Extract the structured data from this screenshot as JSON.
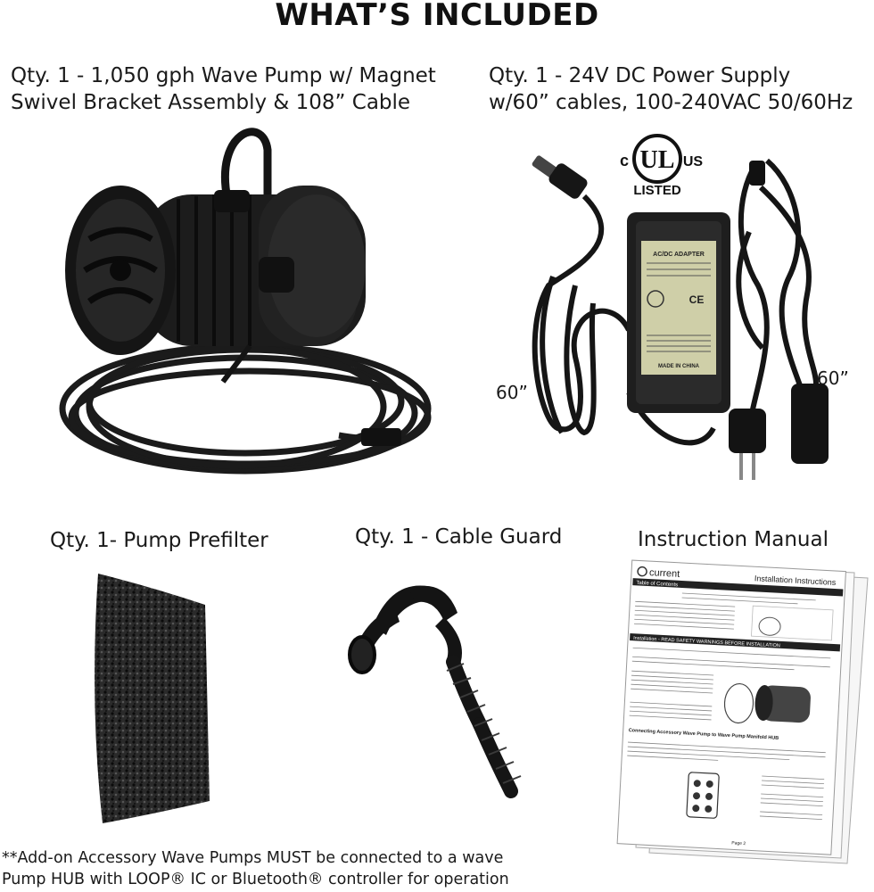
{
  "title": "WHAT’S INCLUDED",
  "pump": {
    "caption_line1": "Qty. 1 - 1,050 gph Wave Pump w/ Magnet",
    "caption_line2": "Swivel Bracket Assembly & 108” Cable"
  },
  "power_supply": {
    "caption_line1": "Qty. 1 - 24V DC  Power Supply",
    "caption_line2": "w/60” cables, 100-240VAC 50/60Hz",
    "cable_length_left": "60”",
    "cable_length_right": "60”",
    "ul_letters": "UL",
    "ul_c": "c",
    "ul_us": "US",
    "ul_listed": "LISTED",
    "adapter_label": "AC/DC ADAPTER",
    "adapter_made_in": "MADE IN CHINA"
  },
  "prefilter": {
    "caption": "Qty. 1- Pump Prefilter"
  },
  "cable_guard": {
    "caption": "Qty. 1 - Cable Guard"
  },
  "manual": {
    "caption": "Instruction Manual",
    "brand": "current",
    "heading": "Installation Instructions",
    "toc": "Table of Contents",
    "section_install": "Installation - READ SAFETY WARNINGS BEFORE INSTALLATION",
    "connecting": "Connecting Accessory Wave Pump to Wave Pump Manifold HUB",
    "page": "Page 2"
  },
  "footnote": {
    "line1": "**Add-on Accessory Wave Pumps MUST be connected to a wave",
    "line2": "Pump HUB with LOOP® IC or Bluetooth® controller for operation"
  }
}
